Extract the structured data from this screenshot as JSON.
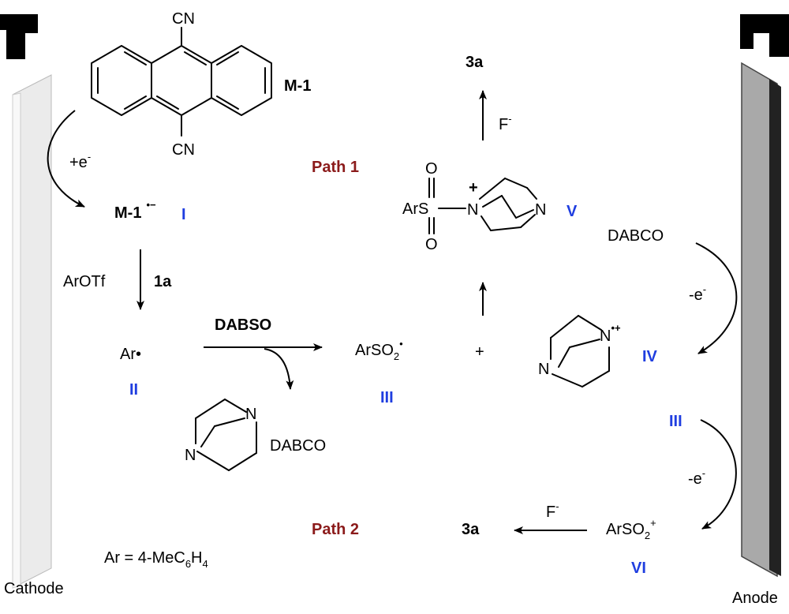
{
  "electrodes": {
    "cathode_label": "Cathode",
    "anode_label": "Anode"
  },
  "labels": {
    "cn_top": "CN",
    "cn_bottom": "CN",
    "m1": "M-1",
    "plus_e": "+e",
    "plus_e_sup": "-",
    "m1_radical": "M-1",
    "m1_radical_sup": "•−",
    "roman_I": "I",
    "arotf": "ArOTf",
    "reagent_1a": "1a",
    "ar_radical": "Ar•",
    "roman_II": "II",
    "dabso": "DABSO",
    "arso2_radical": "ArSO",
    "arso2_sub": "2",
    "arso2_sup": "•",
    "roman_III": "III",
    "plus_sign": "+",
    "dabco_left": "DABCO",
    "path1": "Path 1",
    "product_3a_top": "3a",
    "fluoride_top": "F",
    "fluoride_top_sup": "-",
    "ars_label": "ArS",
    "o_top": "O",
    "o_bottom": "O",
    "n_plus_sup": "+",
    "n_sulfonyl": "N",
    "n_right": "N",
    "roman_V": "V",
    "dabco_right": "DABCO",
    "minus_e_1": "-e",
    "minus_e_1_sup": "-",
    "n_iv_bottom": "N",
    "n_iv_top": "N",
    "n_iv_sup": "•+",
    "roman_IV": "IV",
    "roman_III_right": "III",
    "minus_e_2": "-e",
    "minus_e_2_sup": "-",
    "path2": "Path 2",
    "product_3a_bottom": "3a",
    "fluoride_bottom": "F",
    "fluoride_bottom_sup": "-",
    "arso2_cation": "ArSO",
    "arso2_cation_sub": "2",
    "arso2_cation_sup": "+",
    "roman_VI": "VI",
    "ar_definition_prefix": "Ar = 4-MeC",
    "ar_definition_sub1": "6",
    "ar_definition_mid": "H",
    "ar_definition_sub2": "4",
    "n_dabco_bottom_left": "N",
    "n_dabco_bottom_right": "N"
  },
  "colors": {
    "roman_numeral": "#1f3ee0",
    "path_label": "#8b1a1a",
    "anode_fill": "#a6a6a6",
    "cathode_fill": "#f2f2f2"
  }
}
